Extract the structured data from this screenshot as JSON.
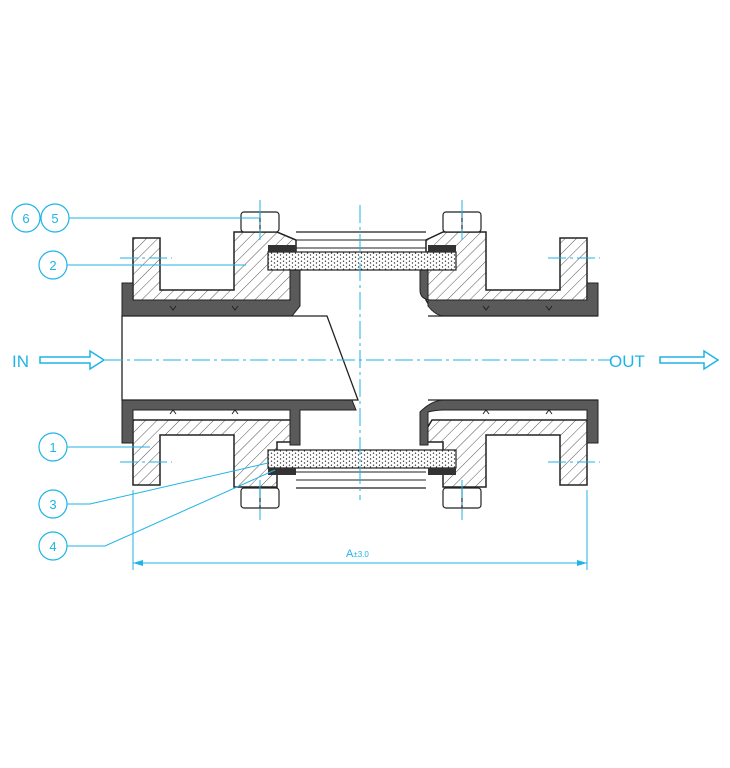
{
  "flow": {
    "inlet_label": "IN",
    "outlet_label": "OUT"
  },
  "balloons": {
    "b1": "1",
    "b2": "2",
    "b3": "3",
    "b4": "4",
    "b5": "5",
    "b6": "6"
  },
  "dimension": {
    "label": "A",
    "tolerance": "±3.0"
  },
  "colors": {
    "annotation": "#1fb4e6",
    "metal_hatch": "#444444",
    "liner": "#5a5a5a",
    "outline": "#222222"
  }
}
